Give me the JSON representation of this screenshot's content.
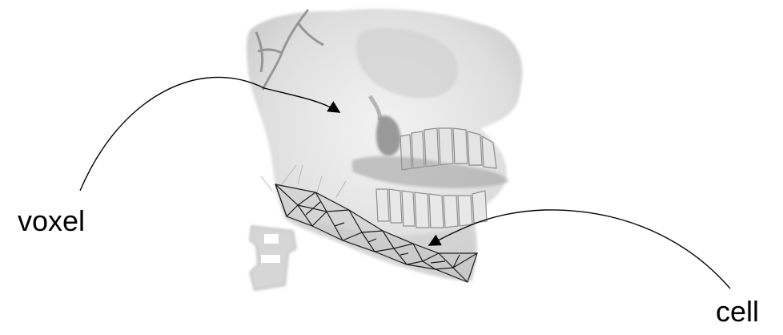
{
  "labels": {
    "voxel": "voxel",
    "cell": "cell"
  },
  "colors": {
    "background": "#ffffff",
    "ink": "#000000",
    "bone_light": "#eeeeee",
    "bone_mid": "#cfcfcf",
    "bone_dark": "#8a8a8a"
  },
  "icons": {
    "skull": "skull-volume-render",
    "mesh": "triangle-mesh"
  }
}
